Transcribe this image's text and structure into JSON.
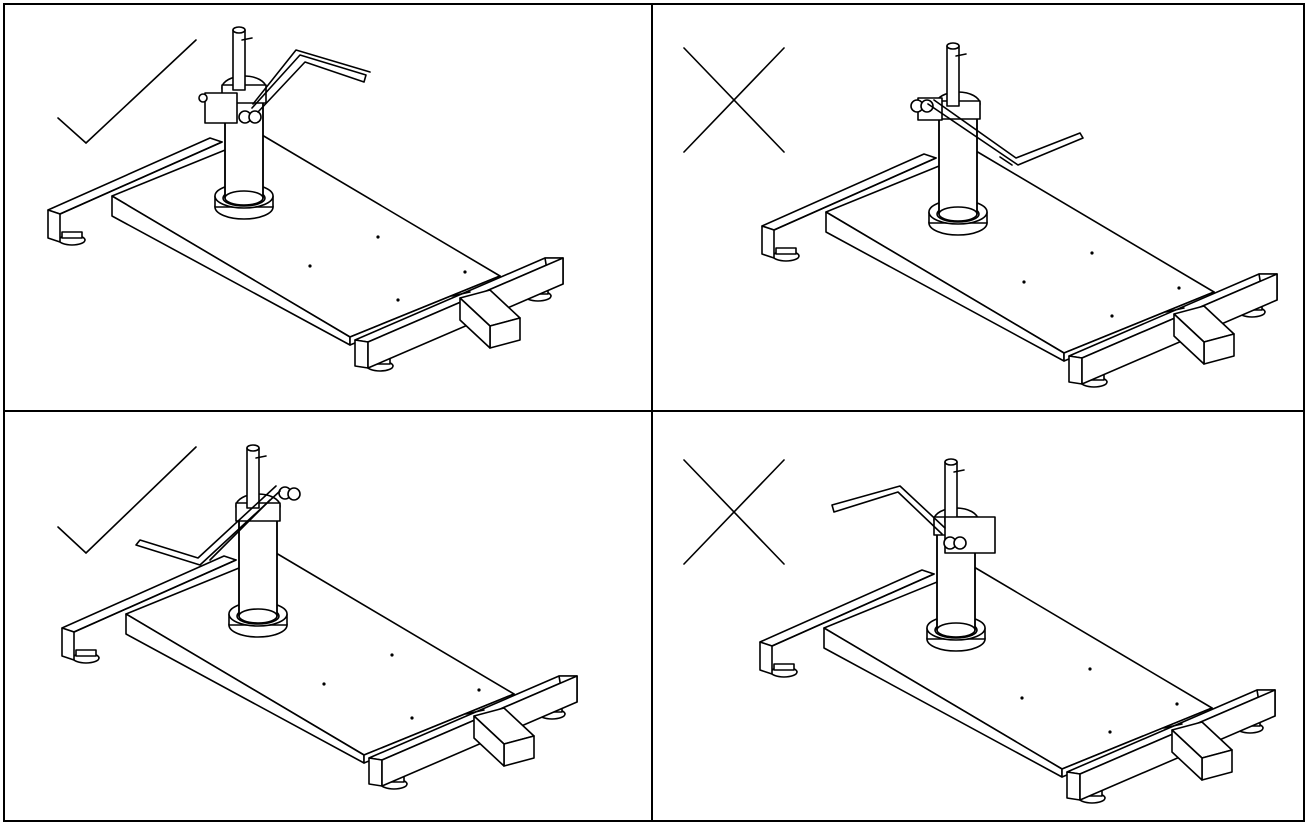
{
  "figure": {
    "layout": "2x2 grid",
    "line_color": "#000000",
    "background_color": "#ffffff",
    "panels": [
      {
        "id": "top-left",
        "verdict": "correct",
        "mark_icon": "checkmark-icon",
        "handle": "right-back"
      },
      {
        "id": "top-right",
        "verdict": "incorrect",
        "mark_icon": "cross-icon",
        "handle": "right-front"
      },
      {
        "id": "bottom-left",
        "verdict": "correct",
        "mark_icon": "checkmark-icon",
        "handle": "left-front"
      },
      {
        "id": "bottom-right",
        "verdict": "incorrect",
        "mark_icon": "cross-icon",
        "handle": "left-back"
      }
    ]
  }
}
